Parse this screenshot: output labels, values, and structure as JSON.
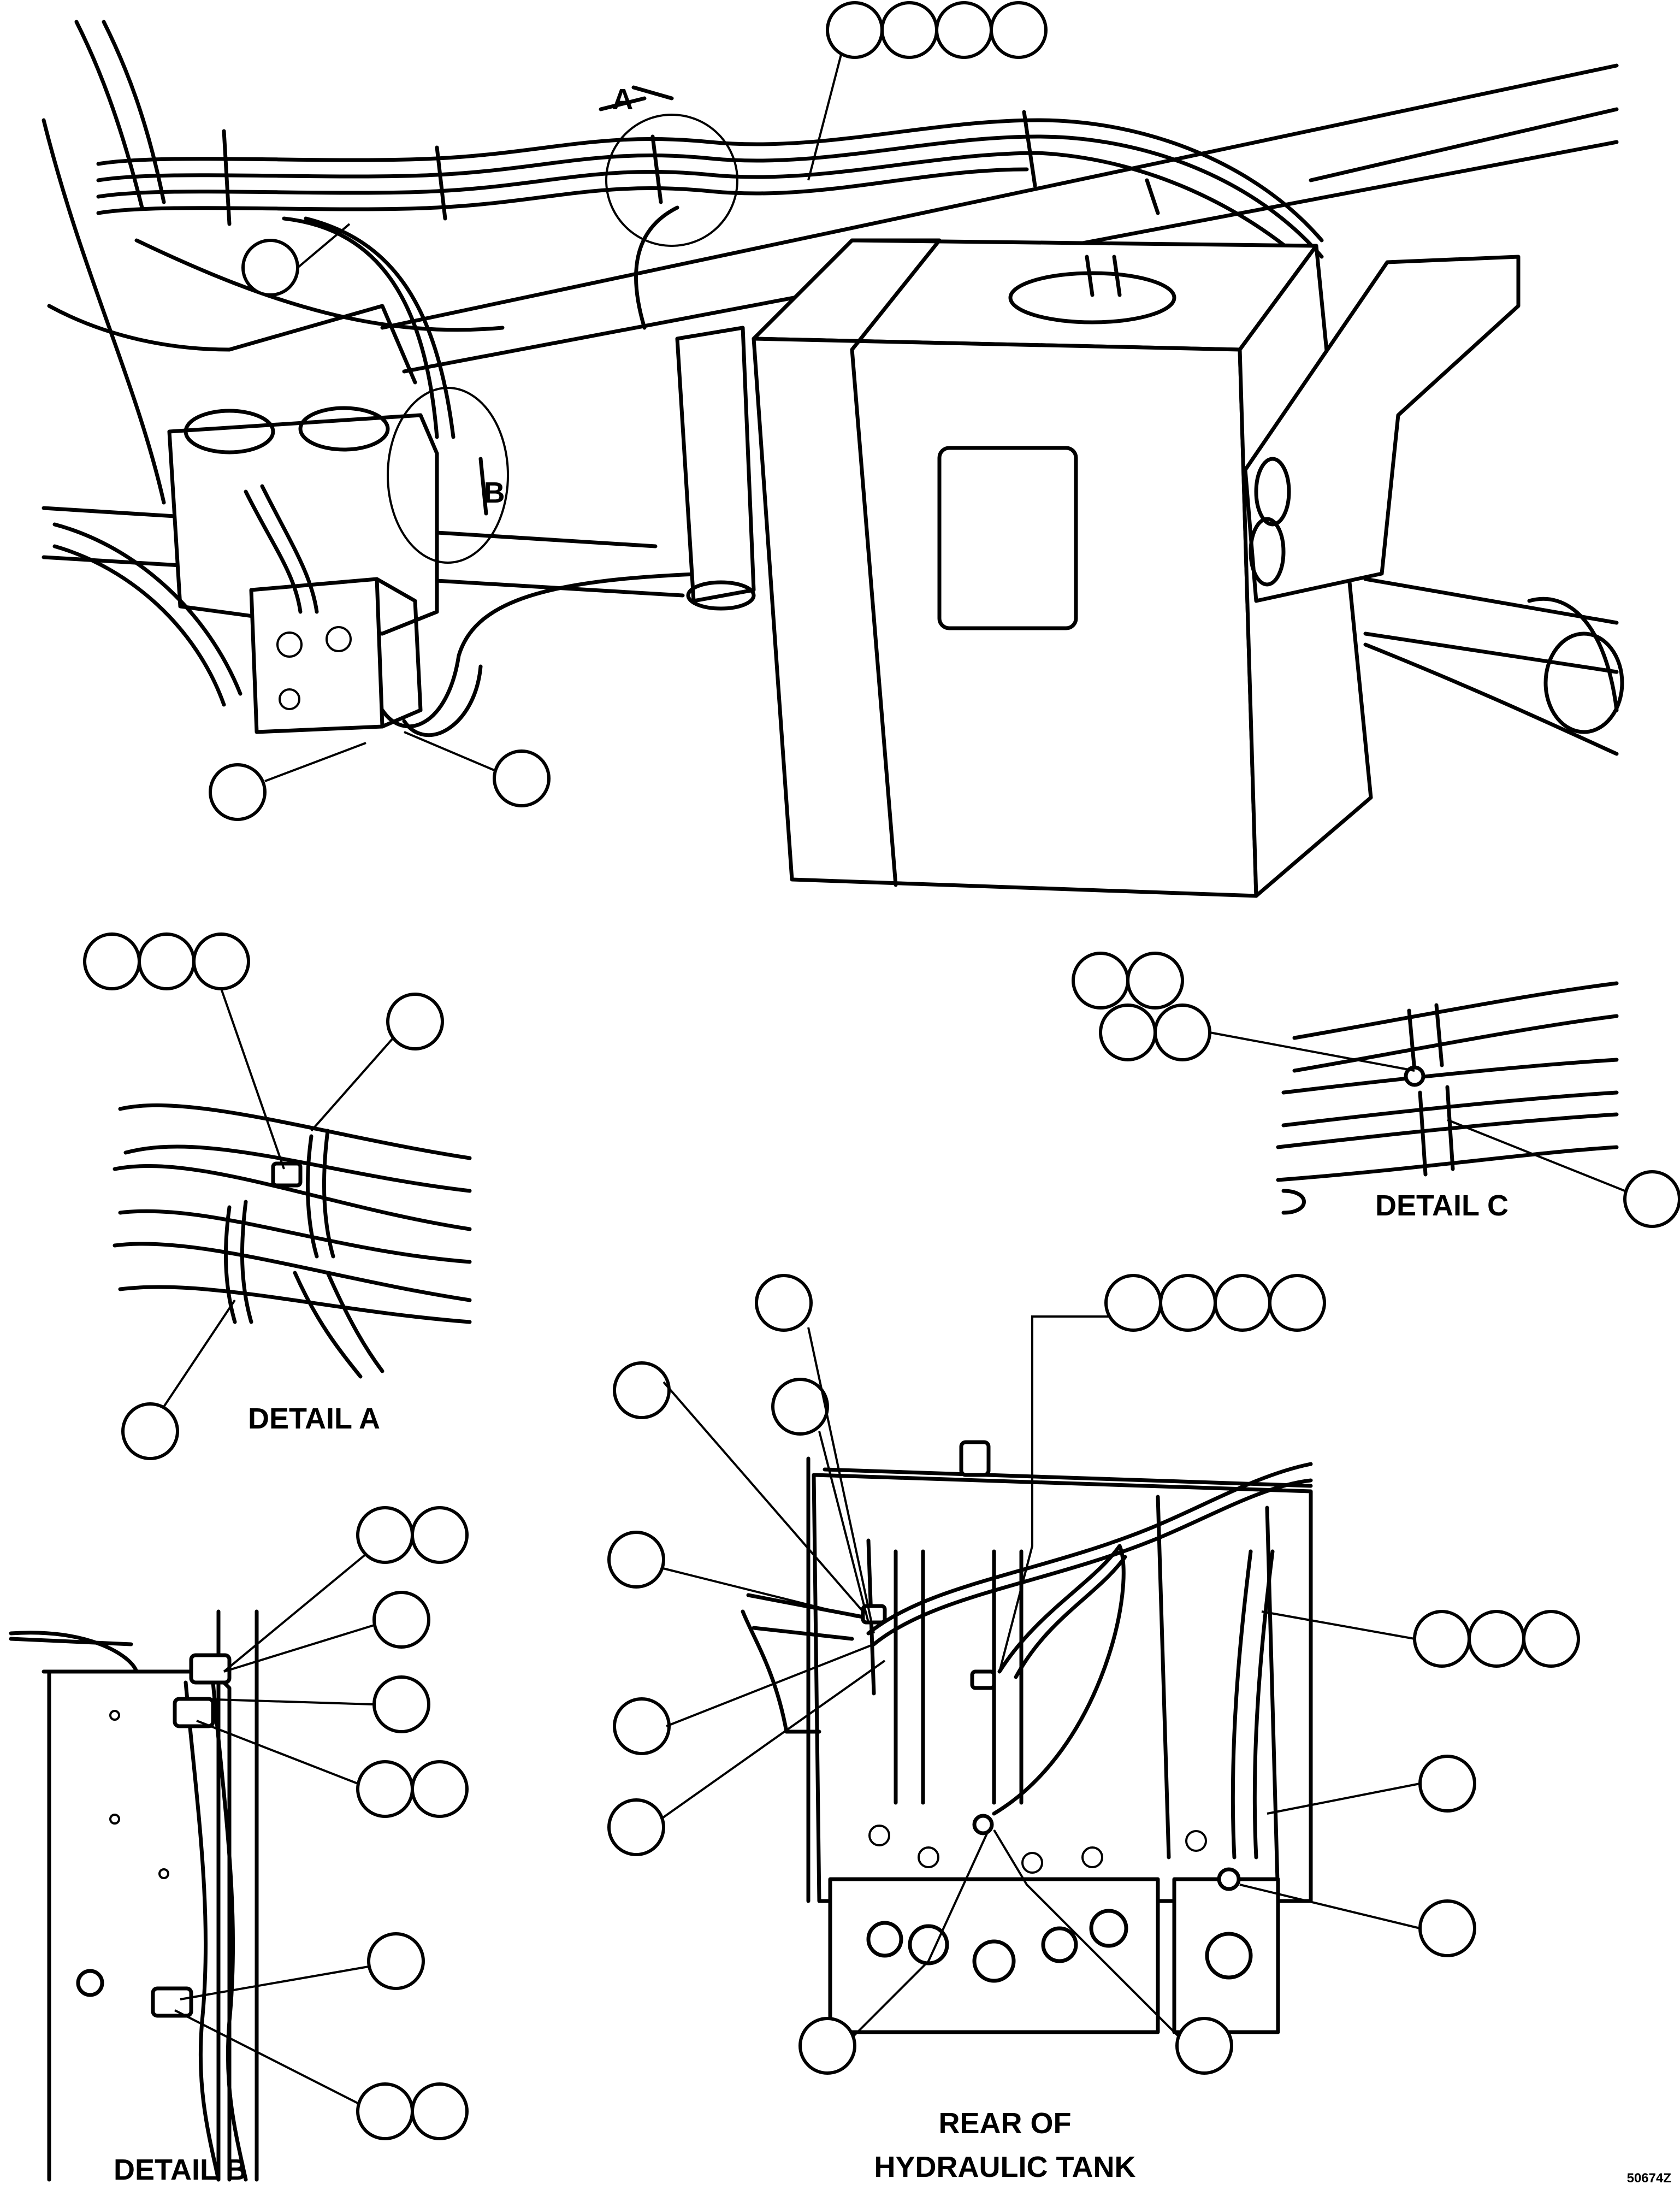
{
  "view_labels": {
    "detail_a": "DETAIL A",
    "detail_b": "DETAIL B",
    "detail_c": "DETAIL C",
    "rear_line1": "REAR OF",
    "rear_line2": "HYDRAULIC TANK"
  },
  "view_markers": {
    "a": "A",
    "b": "B"
  },
  "drawing_number": "50674Z"
}
